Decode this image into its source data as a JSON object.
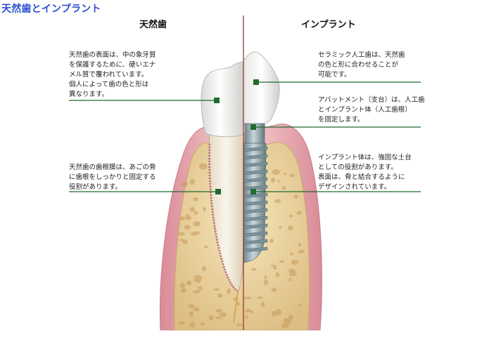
{
  "heading": "天然歯とインプラント",
  "columns": {
    "natural_title": "天然歯",
    "implant_title": "インプラント"
  },
  "annotations": {
    "natural": [
      {
        "id": "enamel",
        "text": "天然歯の表面は、中の象牙質\nを保護するために、硬いエナ\nメル質で覆われています。\n個人によって歯の色と形は\n異なります。"
      },
      {
        "id": "ligament",
        "text": "天然歯の歯根膜は、あごの骨\nに歯根をしっかりと固定する\n役割があります。"
      }
    ],
    "implant": [
      {
        "id": "ceramic",
        "text": "セラミック人工歯は、天然歯\nの色と形に合わせることが\n可能です。"
      },
      {
        "id": "abutment",
        "text": "アバットメント（支台）は、人工歯\nとインプラント体（人工歯根）\nを固定します。"
      },
      {
        "id": "fixture",
        "text": "インプラント体は、強固な土台\nとしての役割があります。\n表面は、骨と結合するように\nデザインされています。"
      }
    ]
  },
  "colors": {
    "heading": "#2a4fd0",
    "leader_line": "#1f6b2e",
    "divider": "#8a2a2a",
    "gum": "#e8a7ae",
    "bone": "#e9d29e",
    "enamel": "#f4f4f2",
    "implant_metal": "#8fa5ae"
  }
}
